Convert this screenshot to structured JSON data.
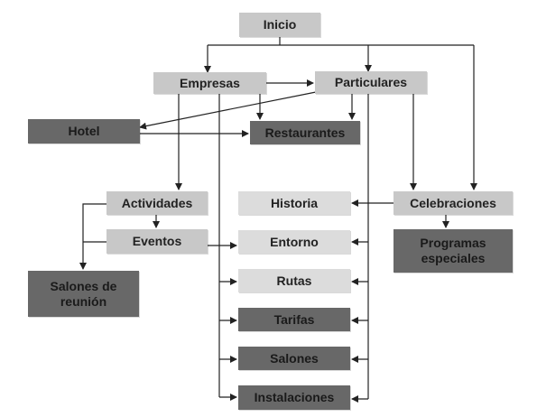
{
  "diagram": {
    "nodes": {
      "inicio": "Inicio",
      "empresas": "Empresas",
      "particulares": "Particulares",
      "hotel": "Hotel",
      "restaurantes": "Restaurantes",
      "actividades": "Actividades",
      "eventos": "Eventos",
      "salones_reunion": "Salones de reunión",
      "historia": "Historia",
      "entorno": "Entorno",
      "rutas": "Rutas",
      "tarifas": "Tarifas",
      "salones": "Salones",
      "instalaciones": "Instalaciones",
      "celebraciones": "Celebraciones",
      "programas_especiales": "Programas especiales"
    },
    "colors": {
      "light": "#c8c8c8",
      "lighter": "#dcdcdc",
      "dark": "#686868",
      "line": "#222222"
    }
  }
}
